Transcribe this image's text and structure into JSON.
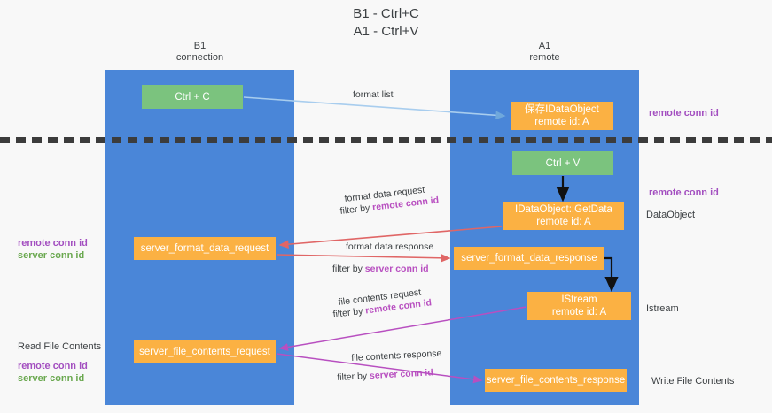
{
  "title": "B1 - Ctrl+C\nA1 - Ctrl+V",
  "lanes": [
    {
      "id": "b1",
      "header": "B1\nconnection"
    },
    {
      "id": "a1",
      "header": "A1\nremote"
    }
  ],
  "nodes": {
    "ctrl_c": "Ctrl + C",
    "idataobject": "保存IDataObject\nremote id: A",
    "ctrl_v": "Ctrl + V",
    "getdata": "IDataObject::GetData\nremote id: A",
    "server_format_data_request": "server_format_data_request",
    "server_format_data_response": "server_format_data_response",
    "istream": "IStream\nremote id: A",
    "server_file_contents_request": "server_file_contents_request",
    "server_file_contents_response": "server_file_contents_response"
  },
  "side_labels": {
    "remote_conn_id_top": "remote conn id",
    "remote_conn_id_mid": "remote conn id",
    "dataobject": "DataObject",
    "istream": "Istream",
    "write_file_contents": "Write File Contents",
    "read_file_contents": "Read File Contents",
    "remote_conn_id_left_1": "remote conn id",
    "server_conn_id_left_1": "server conn id",
    "remote_conn_id_left_2": "remote conn id",
    "server_conn_id_left_2": "server conn id"
  },
  "edges": {
    "format_list": "format list",
    "format_data_request": "format data request",
    "format_data_request_filter_prefix": "filter by ",
    "format_data_request_filter_key": "remote conn id",
    "format_data_response": "format data response",
    "format_data_response_filter_prefix": "filter by ",
    "format_data_response_filter_key": "server conn id",
    "file_contents_request": "file contents request",
    "file_contents_request_filter_prefix": "filter by ",
    "file_contents_request_filter_key": "remote conn id",
    "file_contents_response": "file contents response",
    "file_contents_response_filter_prefix": "filter by ",
    "file_contents_response_filter_key": "server conn id"
  },
  "colors": {
    "lane": "#4a86d8",
    "green_box": "#7bc37e",
    "orange_box": "#fbb143",
    "purple_text": "#a34fc0",
    "green_text": "#6aa84f",
    "arrow_light_blue": "#a8cdee",
    "arrow_red": "#e06666",
    "arrow_magenta": "#b84fc0",
    "arrow_black": "#000000",
    "background": "#f8f8f8"
  }
}
